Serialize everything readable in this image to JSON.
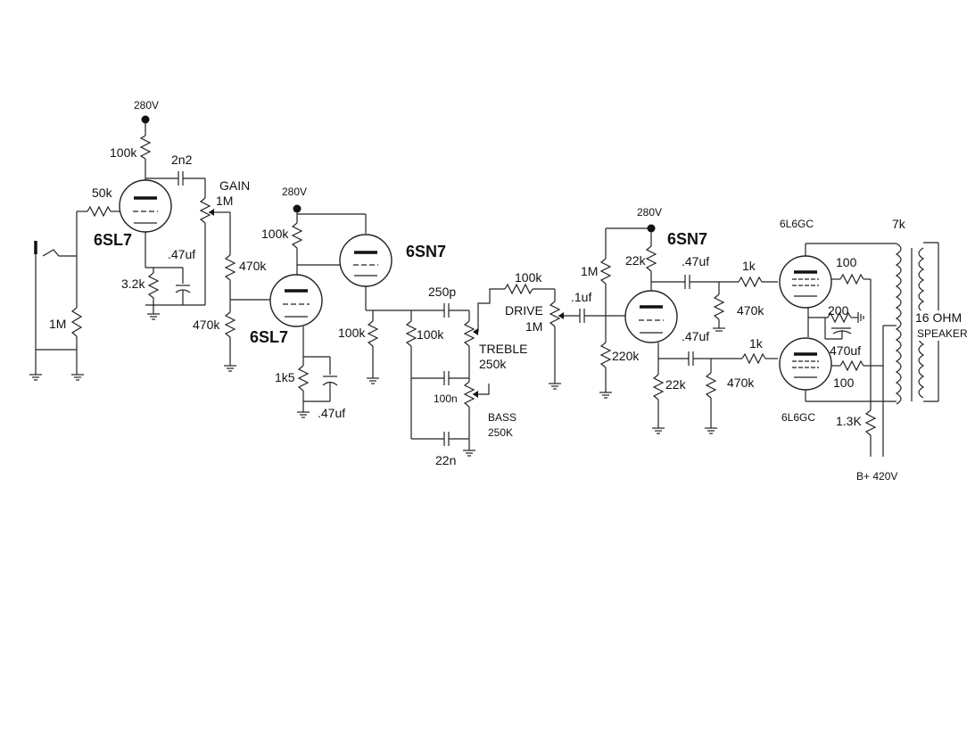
{
  "tubes": {
    "v1": "6SL7",
    "v2": "6SL7",
    "v3": "6SN7",
    "v4": "6SN7",
    "p1": "6L6GC",
    "p2": "6L6GC"
  },
  "supply": {
    "s1": "280V",
    "s2": "280V",
    "s3": "280V",
    "bplus": "B+ 420V"
  },
  "labels": {
    "r_100k_1": "100k",
    "c_2n2": "2n2",
    "r_50k": "50k",
    "gain": "GAIN",
    "gain_val": "1M",
    "r_1m_in": "1M",
    "c_47_1": ".47uf",
    "r_3k2": "3.2k",
    "r_470k_a": "470k",
    "r_470k_b": "470k",
    "r_100k_2": "100k",
    "r_1k5": "1k5",
    "c_47_2": ".47uf",
    "r_100k_3": "100k",
    "r_100k_4": "100k",
    "c_250p": "250p",
    "treble": "TREBLE",
    "treble_val": "250k",
    "c_100n": "100n",
    "bass": "BASS",
    "bass_val": "250K",
    "c_22n": "22n",
    "r_100k_5": "100k",
    "drive": "DRIVE",
    "drive_val": "1M",
    "c_1uf": ".1uf",
    "r_1m_pi": "1M",
    "r_220k": "220k",
    "r_22k_a": "22k",
    "r_22k_b": "22k",
    "c_47_3": ".47uf",
    "c_47_4": ".47uf",
    "r_1k_a": "1k",
    "r_1k_b": "1k",
    "r_470k_c": "470k",
    "r_470k_d": "470k",
    "r_100_a": "100",
    "r_100_b": "100",
    "r_200": "200",
    "c_470uf": "470uf",
    "r_1_3k": "1.3K",
    "ot": "7k",
    "speaker_1": "16 OHM",
    "speaker_2": "SPEAKER"
  }
}
